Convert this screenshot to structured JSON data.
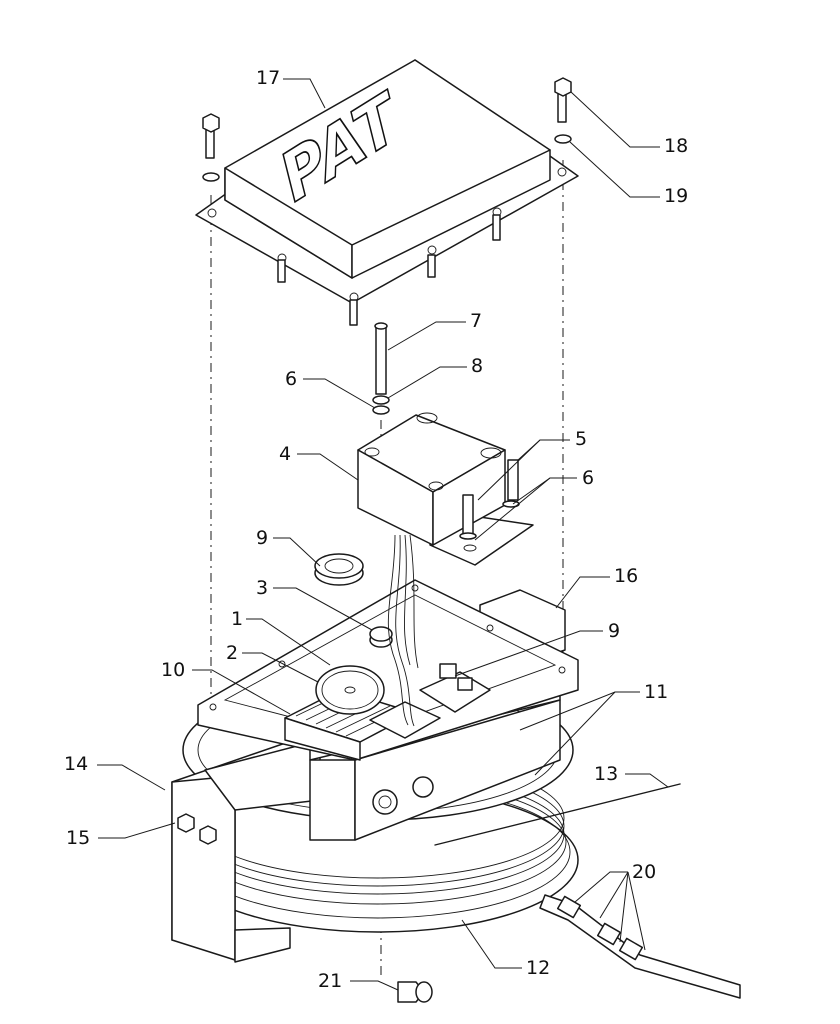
{
  "diagram": {
    "logo_text": "PAT",
    "callouts": [
      {
        "id": "c17",
        "label": "17"
      },
      {
        "id": "c18",
        "label": "18"
      },
      {
        "id": "c19",
        "label": "19"
      },
      {
        "id": "c7",
        "label": "7"
      },
      {
        "id": "c6a",
        "label": "6"
      },
      {
        "id": "c8",
        "label": "8"
      },
      {
        "id": "c4",
        "label": "4"
      },
      {
        "id": "c5",
        "label": "5"
      },
      {
        "id": "c6b",
        "label": "6"
      },
      {
        "id": "c9a",
        "label": "9"
      },
      {
        "id": "c3",
        "label": "3"
      },
      {
        "id": "c16",
        "label": "16"
      },
      {
        "id": "c1",
        "label": "1"
      },
      {
        "id": "c9b",
        "label": "9"
      },
      {
        "id": "c2",
        "label": "2"
      },
      {
        "id": "c10",
        "label": "10"
      },
      {
        "id": "c11",
        "label": "11"
      },
      {
        "id": "c14",
        "label": "14"
      },
      {
        "id": "c13",
        "label": "13"
      },
      {
        "id": "c15",
        "label": "15"
      },
      {
        "id": "c20",
        "label": "20"
      },
      {
        "id": "c21",
        "label": "21"
      },
      {
        "id": "c12",
        "label": "12"
      }
    ]
  }
}
